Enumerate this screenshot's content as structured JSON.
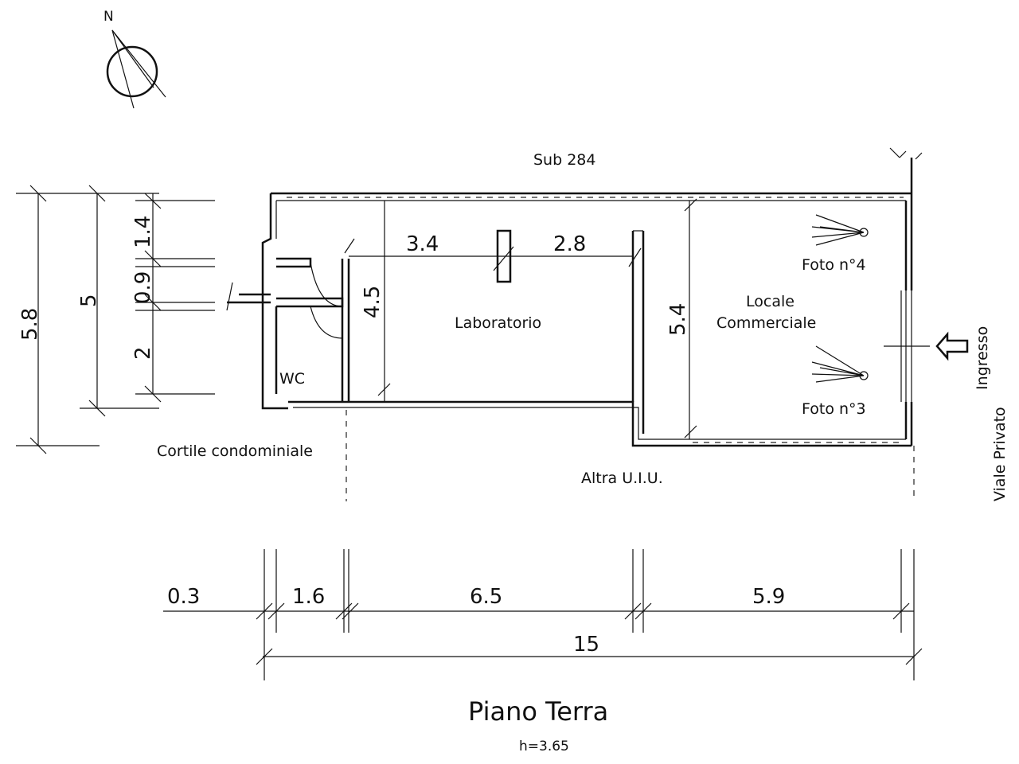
{
  "compass": {
    "north": "N"
  },
  "labels": {
    "sub": "Sub 284",
    "laboratorio": "Laboratorio",
    "locale_line1": "Locale",
    "locale_line2": "Commerciale",
    "foto4": "Foto n°4",
    "foto3": "Foto n°3",
    "wc": "WC",
    "cortile": "Cortile condominiale",
    "altra": "Altra U.I.U.",
    "ingresso": "Ingresso",
    "viale": "Viale Privato"
  },
  "dimensions": {
    "internal_34": "3.4",
    "internal_28": "2.8",
    "internal_45": "4.5",
    "internal_54": "5.4",
    "left_58": "5.8",
    "left_5": "5",
    "left_14": "1.4",
    "left_09": "0.9",
    "left_2": "2",
    "bottom_03": "0.3",
    "bottom_16": "1.6",
    "bottom_65": "6.5",
    "bottom_59": "5.9",
    "bottom_15": "15"
  },
  "title": {
    "main": "Piano Terra",
    "height": "h=3.65"
  }
}
